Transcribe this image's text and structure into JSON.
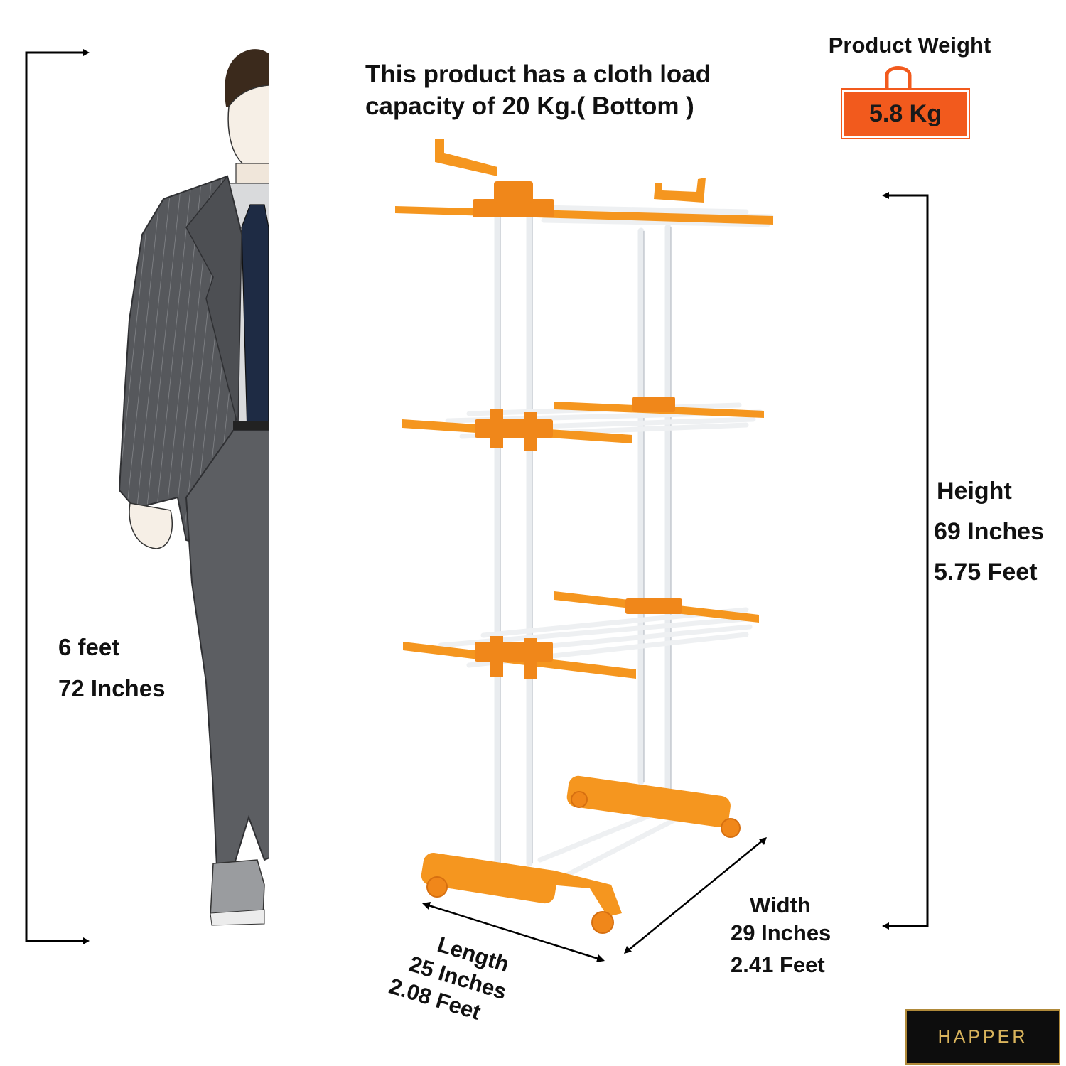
{
  "headline": {
    "line1": "This product has a cloth load",
    "line2": "capacity of 20 Kg.( Bottom )"
  },
  "product_weight": {
    "title": "Product Weight",
    "value": "5.8 Kg"
  },
  "person_height": {
    "feet": "6  feet",
    "inches": "72 Inches"
  },
  "product_height": {
    "label": "Height",
    "inches": "69 Inches",
    "feet": "5.75 Feet"
  },
  "product_width": {
    "label": "Width",
    "inches": "29 Inches",
    "feet": "2.41  Feet"
  },
  "product_length": {
    "label": "Length",
    "inches": "25 Inches",
    "feet": "2.08 Feet"
  },
  "brand": {
    "logo_text": "HAPPER"
  },
  "colors": {
    "accent_orange": "#f5961f",
    "badge_orange": "#f25a1d",
    "suit_grey": "#5c5e62",
    "tie_navy": "#1e2b44",
    "logo_gold": "#d9b45c"
  }
}
